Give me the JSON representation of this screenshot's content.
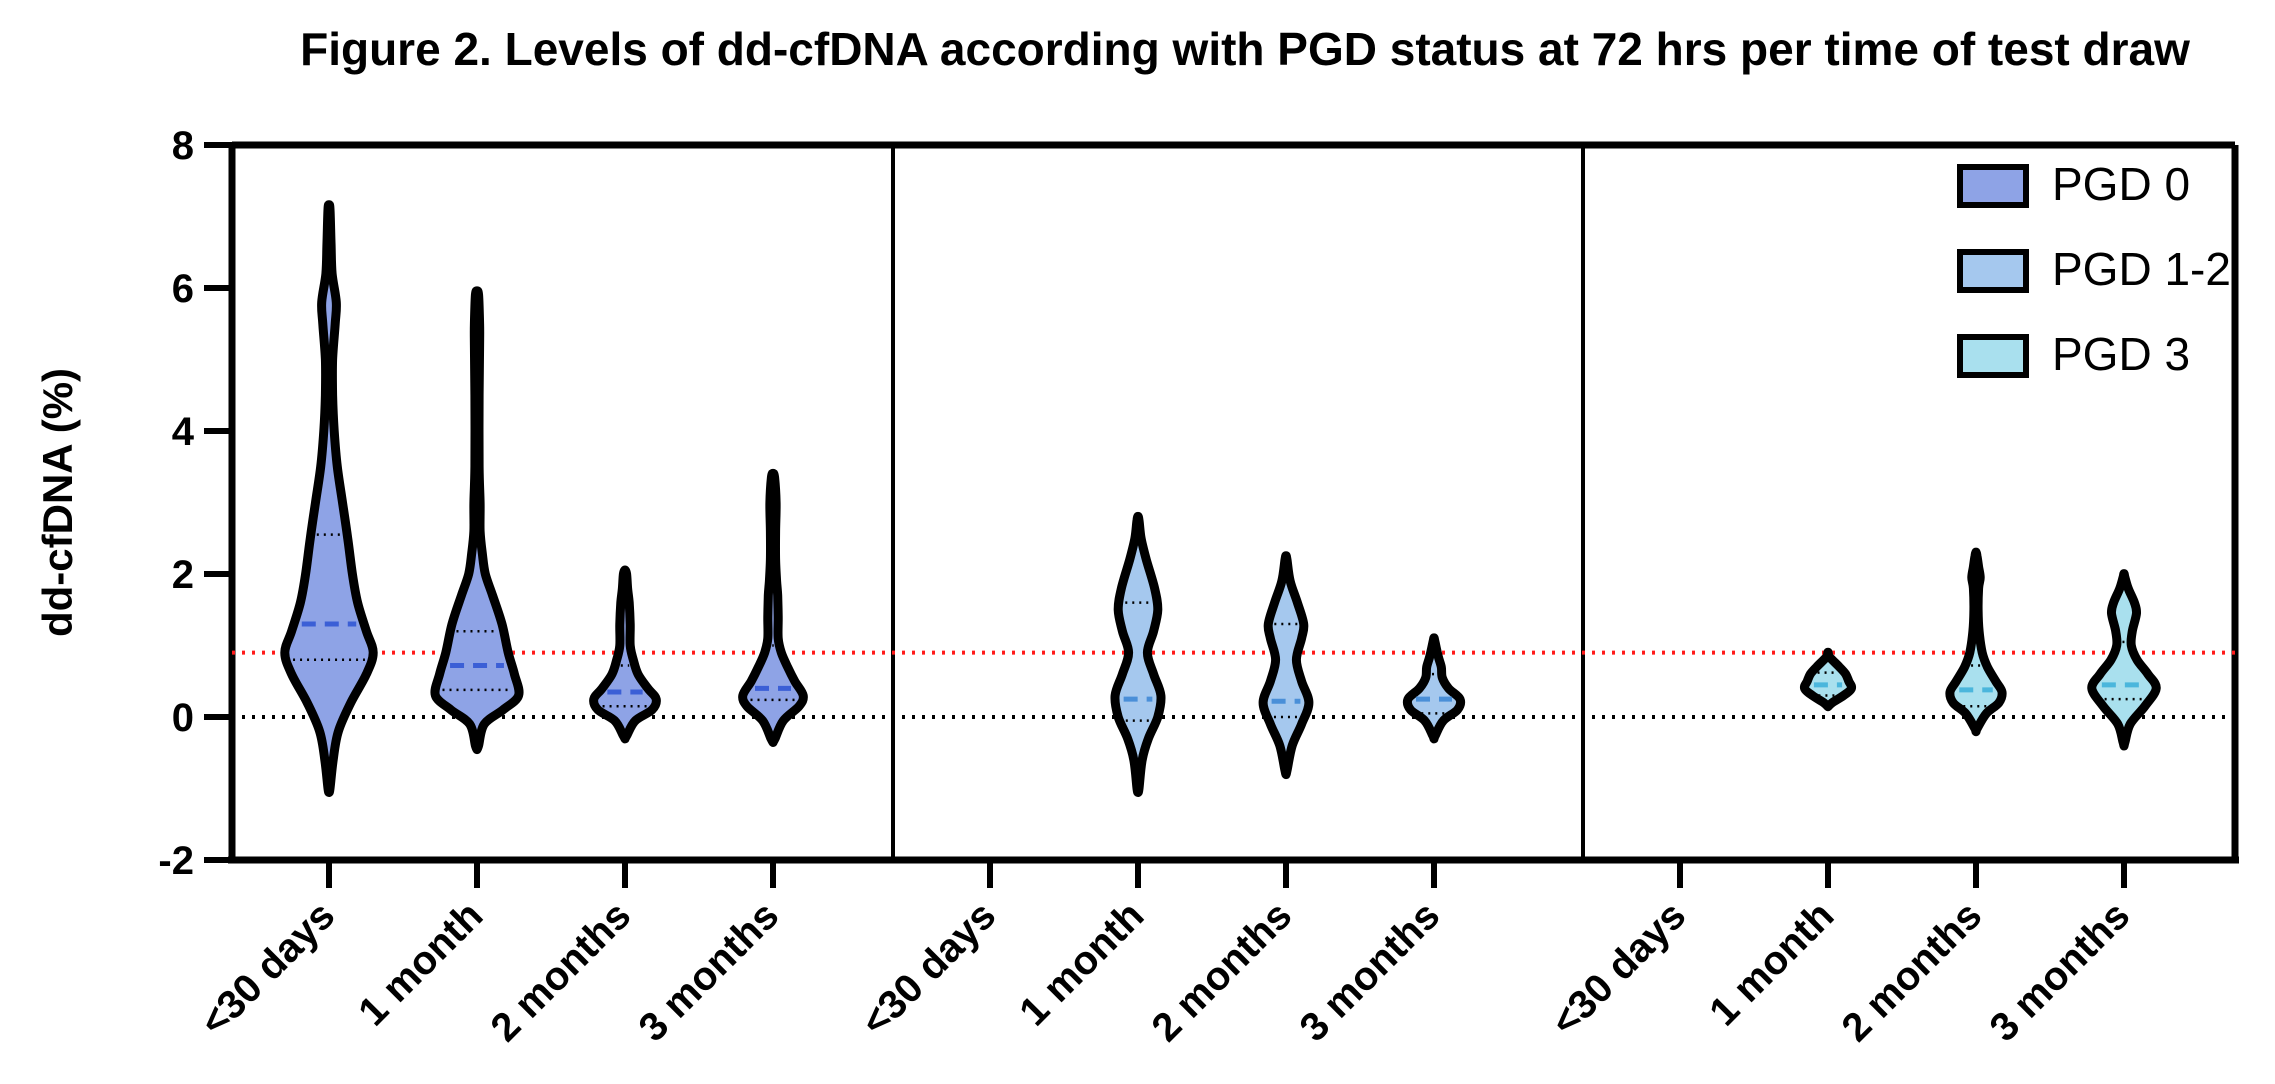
{
  "chart_data": {
    "type": "violin",
    "title": "Figure 2. Levels of dd-cfDNA according with PGD status at 72 hrs per time of test draw",
    "ylabel": "dd-cfDNA (%)",
    "ylim": [
      -2,
      8
    ],
    "yticks": [
      -2,
      0,
      2,
      4,
      6,
      8
    ],
    "reference_lines": [
      {
        "y": 0,
        "color": "#000000",
        "style": "dotted"
      },
      {
        "y": 0.9,
        "color": "#ff1a1a",
        "style": "dotted"
      }
    ],
    "categories": [
      "<30 days",
      "1 month",
      "2 months",
      "3 months"
    ],
    "legend": {
      "position": "top-right"
    },
    "series": [
      {
        "name": "PGD 0",
        "color": "#8ea3e6",
        "median_color": "#3b5fd6",
        "violins": [
          {
            "category": "<30 days",
            "range": [
              -1.0,
              7.1
            ],
            "median": 1.3,
            "q1": 0.8,
            "q3": 2.55,
            "profile": [
              [
                -1.0,
                0.02
              ],
              [
                -0.6,
                0.08
              ],
              [
                -0.2,
                0.18
              ],
              [
                0.2,
                0.42
              ],
              [
                0.6,
                0.72
              ],
              [
                0.9,
                0.85
              ],
              [
                1.2,
                0.72
              ],
              [
                1.6,
                0.55
              ],
              [
                2.0,
                0.45
              ],
              [
                2.5,
                0.36
              ],
              [
                3.0,
                0.26
              ],
              [
                3.5,
                0.16
              ],
              [
                4.0,
                0.1
              ],
              [
                4.5,
                0.07
              ],
              [
                5.0,
                0.07
              ],
              [
                5.5,
                0.12
              ],
              [
                5.8,
                0.14
              ],
              [
                6.2,
                0.06
              ],
              [
                6.6,
                0.04
              ],
              [
                7.1,
                0.02
              ]
            ]
          },
          {
            "category": "1 month",
            "range": [
              -0.4,
              5.9
            ],
            "median": 0.72,
            "q1": 0.38,
            "q3": 1.2,
            "profile": [
              [
                -0.4,
                0.03
              ],
              [
                -0.1,
                0.14
              ],
              [
                0.1,
                0.5
              ],
              [
                0.3,
                0.8
              ],
              [
                0.6,
                0.72
              ],
              [
                0.9,
                0.6
              ],
              [
                1.3,
                0.48
              ],
              [
                1.7,
                0.3
              ],
              [
                2.0,
                0.16
              ],
              [
                2.3,
                0.1
              ],
              [
                2.6,
                0.06
              ],
              [
                3.0,
                0.06
              ],
              [
                3.5,
                0.04
              ],
              [
                4.5,
                0.04
              ],
              [
                5.2,
                0.05
              ],
              [
                5.5,
                0.05
              ],
              [
                5.9,
                0.03
              ]
            ]
          },
          {
            "category": "2 months",
            "range": [
              -0.25,
              2.0
            ],
            "median": 0.35,
            "q1": 0.15,
            "q3": 0.72,
            "profile": [
              [
                -0.25,
                0.04
              ],
              [
                -0.05,
                0.2
              ],
              [
                0.1,
                0.52
              ],
              [
                0.25,
                0.6
              ],
              [
                0.4,
                0.44
              ],
              [
                0.6,
                0.25
              ],
              [
                0.8,
                0.16
              ],
              [
                1.0,
                0.1
              ],
              [
                1.3,
                0.1
              ],
              [
                1.6,
                0.08
              ],
              [
                1.8,
                0.05
              ],
              [
                2.0,
                0.03
              ]
            ]
          },
          {
            "category": "3 months",
            "range": [
              -0.3,
              3.35
            ],
            "median": 0.4,
            "q1": 0.24,
            "q3": 1.0,
            "profile": [
              [
                -0.3,
                0.04
              ],
              [
                -0.05,
                0.2
              ],
              [
                0.15,
                0.5
              ],
              [
                0.3,
                0.58
              ],
              [
                0.5,
                0.42
              ],
              [
                0.7,
                0.28
              ],
              [
                0.9,
                0.16
              ],
              [
                1.1,
                0.1
              ],
              [
                1.4,
                0.1
              ],
              [
                1.7,
                0.09
              ],
              [
                1.9,
                0.07
              ],
              [
                2.2,
                0.05
              ],
              [
                2.6,
                0.05
              ],
              [
                3.0,
                0.06
              ],
              [
                3.35,
                0.03
              ]
            ]
          }
        ]
      },
      {
        "name": "PGD 1-2",
        "color": "#a5c8ee",
        "median_color": "#4a8fd8",
        "violins": [
          {
            "category": "1 month",
            "range": [
              -1.0,
              2.75
            ],
            "median": 0.25,
            "q1": -0.05,
            "q3": 1.6,
            "profile": [
              [
                -1.0,
                0.02
              ],
              [
                -0.6,
                0.08
              ],
              [
                -0.3,
                0.2
              ],
              [
                0.0,
                0.38
              ],
              [
                0.3,
                0.44
              ],
              [
                0.6,
                0.3
              ],
              [
                0.9,
                0.18
              ],
              [
                1.2,
                0.3
              ],
              [
                1.5,
                0.38
              ],
              [
                1.8,
                0.32
              ],
              [
                2.2,
                0.16
              ],
              [
                2.5,
                0.06
              ],
              [
                2.75,
                0.02
              ]
            ]
          },
          {
            "category": "2 months",
            "range": [
              -0.75,
              2.2
            ],
            "median": 0.22,
            "q1": 0.0,
            "q3": 1.3,
            "profile": [
              [
                -0.75,
                0.02
              ],
              [
                -0.4,
                0.12
              ],
              [
                -0.1,
                0.3
              ],
              [
                0.2,
                0.44
              ],
              [
                0.5,
                0.3
              ],
              [
                0.8,
                0.2
              ],
              [
                1.1,
                0.3
              ],
              [
                1.3,
                0.34
              ],
              [
                1.6,
                0.22
              ],
              [
                1.9,
                0.08
              ],
              [
                2.2,
                0.02
              ]
            ]
          },
          {
            "category": "3 months",
            "range": [
              -0.25,
              1.05
            ],
            "median": 0.25,
            "q1": 0.05,
            "q3": 0.6,
            "profile": [
              [
                -0.25,
                0.03
              ],
              [
                -0.05,
                0.18
              ],
              [
                0.1,
                0.45
              ],
              [
                0.25,
                0.5
              ],
              [
                0.4,
                0.28
              ],
              [
                0.55,
                0.16
              ],
              [
                0.7,
                0.14
              ],
              [
                0.85,
                0.08
              ],
              [
                1.05,
                0.02
              ]
            ]
          }
        ]
      },
      {
        "name": "PGD 3",
        "color": "#a9e0ee",
        "median_color": "#4bb6dc",
        "violins": [
          {
            "category": "1 month",
            "range": [
              0.2,
              0.85
            ],
            "median": 0.45,
            "q1": 0.3,
            "q3": 0.62,
            "profile": [
              [
                0.2,
                0.08
              ],
              [
                0.3,
                0.3
              ],
              [
                0.4,
                0.45
              ],
              [
                0.5,
                0.4
              ],
              [
                0.6,
                0.34
              ],
              [
                0.7,
                0.22
              ],
              [
                0.8,
                0.08
              ],
              [
                0.85,
                0.02
              ]
            ]
          },
          {
            "category": "2 months",
            "range": [
              -0.15,
              2.25
            ],
            "median": 0.38,
            "q1": 0.15,
            "q3": 0.72,
            "profile": [
              [
                -0.15,
                0.03
              ],
              [
                0.05,
                0.2
              ],
              [
                0.2,
                0.44
              ],
              [
                0.35,
                0.5
              ],
              [
                0.5,
                0.38
              ],
              [
                0.7,
                0.22
              ],
              [
                0.9,
                0.12
              ],
              [
                1.2,
                0.06
              ],
              [
                1.5,
                0.04
              ],
              [
                1.8,
                0.05
              ],
              [
                1.95,
                0.08
              ],
              [
                2.1,
                0.05
              ],
              [
                2.25,
                0.02
              ]
            ]
          },
          {
            "category": "3 months",
            "range": [
              -0.35,
              1.95
            ],
            "median": 0.45,
            "q1": 0.25,
            "q3": 1.05,
            "profile": [
              [
                -0.35,
                0.02
              ],
              [
                -0.1,
                0.12
              ],
              [
                0.15,
                0.4
              ],
              [
                0.4,
                0.62
              ],
              [
                0.6,
                0.46
              ],
              [
                0.8,
                0.25
              ],
              [
                1.0,
                0.14
              ],
              [
                1.2,
                0.16
              ],
              [
                1.45,
                0.24
              ],
              [
                1.6,
                0.2
              ],
              [
                1.8,
                0.08
              ],
              [
                1.95,
                0.02
              ]
            ]
          }
        ]
      }
    ]
  }
}
